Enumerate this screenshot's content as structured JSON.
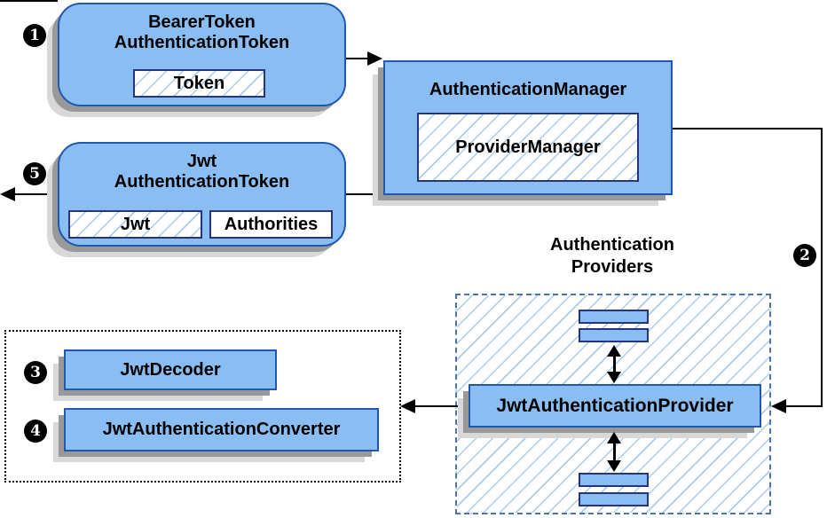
{
  "nodes": {
    "bearer_token": {
      "title_line1": "BearerToken",
      "title_line2": "AuthenticationToken",
      "field": "Token"
    },
    "authentication_manager": {
      "title": "AuthenticationManager",
      "inner": "ProviderManager"
    },
    "jwt_authentication_token": {
      "title_line1": "Jwt",
      "title_line2": "AuthenticationToken",
      "field1": "Jwt",
      "field2": "Authorities"
    },
    "providers_group": {
      "label_line1": "Authentication",
      "label_line2": "Providers"
    },
    "jwt_authentication_provider": {
      "title": "JwtAuthenticationProvider"
    },
    "jwt_decoder": {
      "title": "JwtDecoder"
    },
    "jwt_authentication_converter": {
      "title": "JwtAuthenticationConverter"
    }
  },
  "steps": {
    "one": "1",
    "two": "2",
    "three": "3",
    "four": "4",
    "five": "5"
  },
  "colors": {
    "box_fill": "#8abef2",
    "box_border": "#2057b0",
    "inner_border": "#27357e",
    "hatch": "#a9cbec",
    "dash_border": "#4b74ad",
    "shadow_dark": "#999999",
    "shadow_light": "#d8d8d8",
    "arrow": "#000000"
  }
}
